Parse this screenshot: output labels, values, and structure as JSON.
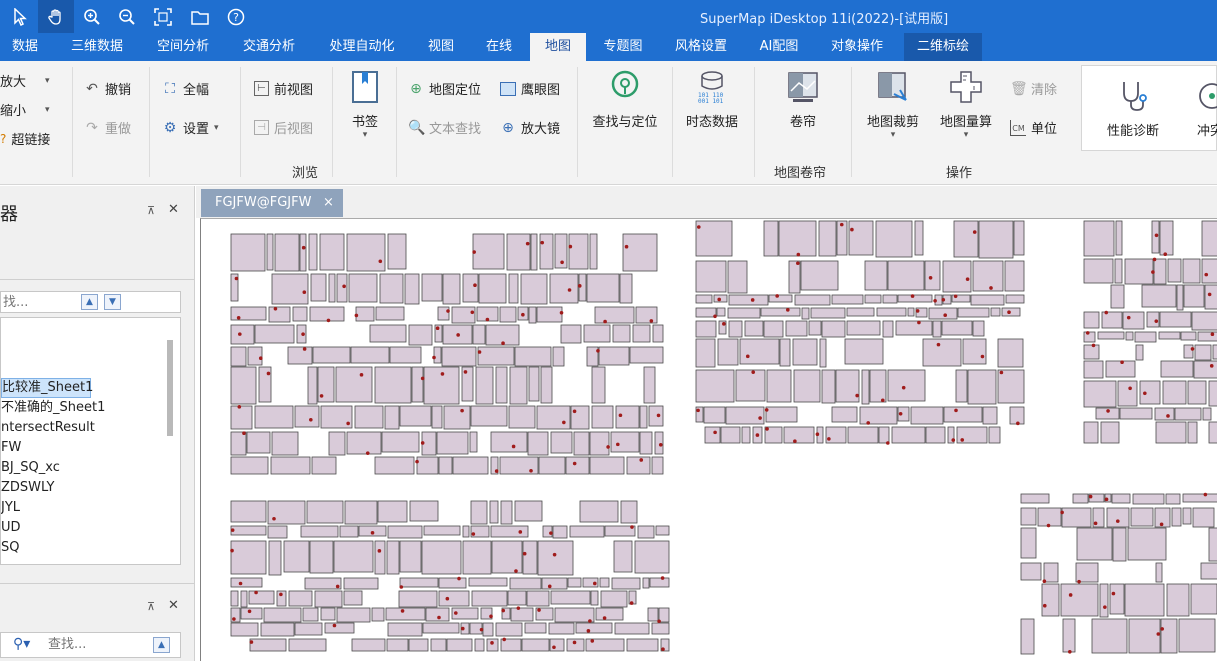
{
  "title_bar": {
    "app_title": "SuperMap iDesktop 11i(2022)-[试用版]",
    "quick_access": [
      "select-arrow-icon",
      "pan-hand-icon",
      "zoom-in-icon",
      "zoom-out-icon",
      "full-extent-icon",
      "open-folder-icon",
      "help-icon"
    ]
  },
  "menu": {
    "tabs": [
      "数据",
      "三维数据",
      "空间分析",
      "交通分析",
      "处理自动化",
      "视图",
      "在线",
      "地图",
      "专题图",
      "风格设置",
      "AI配图",
      "对象操作",
      "二维标绘"
    ],
    "active": "地图"
  },
  "ribbon": {
    "zoom_in": "放大",
    "zoom_out": "缩小",
    "hyperlink": "超链接",
    "undo": "撤销",
    "redo": "重做",
    "full_extent": "全幅",
    "settings": "设置",
    "prev_view": "前视图",
    "next_view": "后视图",
    "bookmark": "书签",
    "map_locate": "地图定位",
    "text_search": "文本查找",
    "eagle_eye": "鹰眼图",
    "magnifier": "放大镜",
    "find_locate": "查找与定位",
    "temporal_data": "时态数据",
    "swipe": "卷帘",
    "map_clip": "地图裁剪",
    "map_measure": "地图量算",
    "clear": "清除",
    "unit": "单位",
    "perf_diag": "性能诊断",
    "conflict_partial": "冲突",
    "group_browse": "浏览",
    "group_swipe": "地图卷帘",
    "group_ops": "操作"
  },
  "left_panel": {
    "title_partial": "器",
    "search_placeholder": "找...",
    "layers": [
      "比较准_Sheet1",
      "不准确的_Sheet1",
      "ntersectResult",
      "FW",
      "BJ_SQ_xc",
      "ZDSWLY",
      "JYL",
      "UD",
      "SQ"
    ],
    "selected_layer": "比较准_Sheet1",
    "search2_placeholder": "查找..."
  },
  "map_tab": {
    "label": "FGJFW@FGJFW",
    "close": "×"
  },
  "colors": {
    "title_bar": "#1f6fd0",
    "ribbon_bg": "#f3f3f3",
    "polygon_fill": "#d9cbd9",
    "polygon_stroke": "#4a4a4a",
    "point_fill": "#a01c1c"
  }
}
